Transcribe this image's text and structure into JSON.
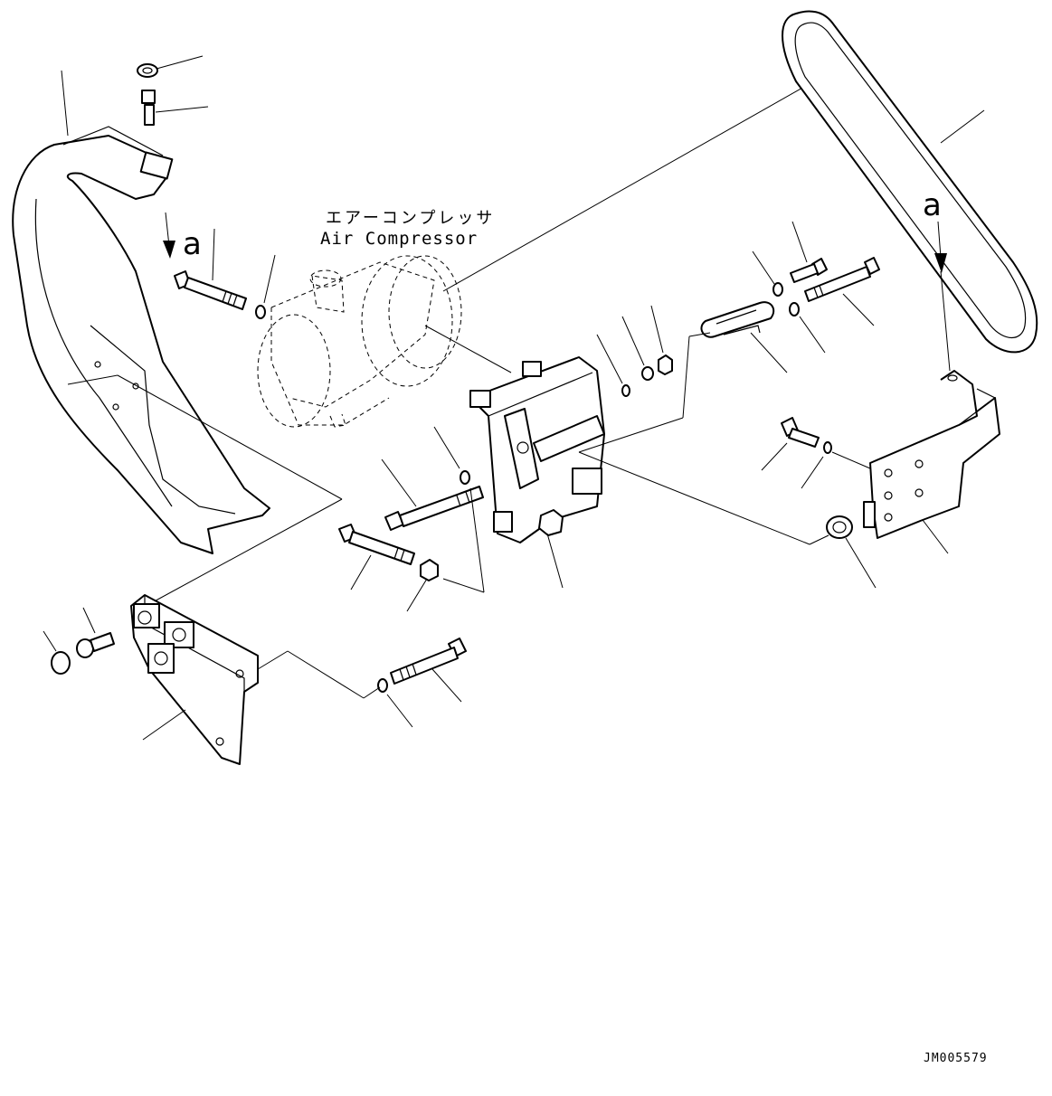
{
  "labels": {
    "component_jp": "エアーコンプレッサ",
    "component_en": "Air Compressor",
    "ref_a_left": "a",
    "ref_a_right": "a",
    "drawing_code": "JM005579"
  }
}
